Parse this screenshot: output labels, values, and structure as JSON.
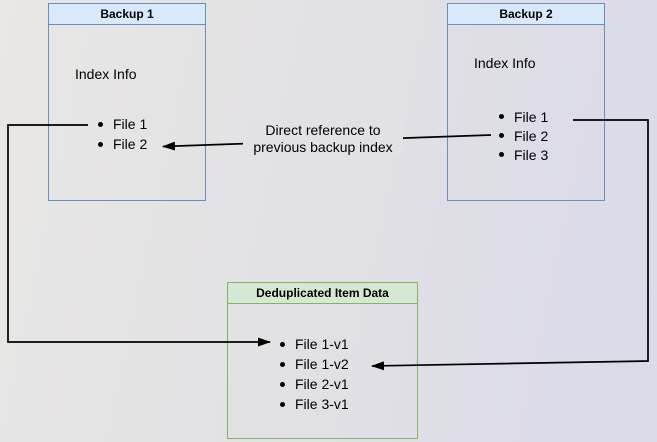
{
  "diagram": {
    "backup1": {
      "title": "Backup 1",
      "section_label": "Index Info",
      "files": [
        "File 1",
        "File 2"
      ]
    },
    "backup2": {
      "title": "Backup 2",
      "section_label": "Index Info",
      "files": [
        "File 1",
        "File 2",
        "File 3"
      ]
    },
    "dedup": {
      "title": "Deduplicated Item Data",
      "files": [
        "File 1-v1",
        "File 1-v2",
        "File 2-v1",
        "File 3-v1"
      ]
    },
    "annotation": {
      "line1": "Direct reference to",
      "line2": "previous backup index"
    },
    "colors": {
      "blue_header_fill": "#dae8fc",
      "blue_border": "#6c8ebf",
      "green_header_fill": "#d5e8d4",
      "green_border": "#82b366",
      "connector": "#000000",
      "background_left": "#e8e7e5",
      "background_right": "#dadae9"
    }
  }
}
